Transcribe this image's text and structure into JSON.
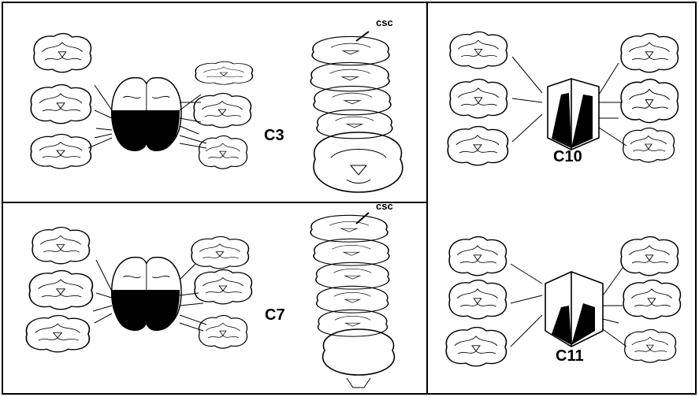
{
  "figure": {
    "panels": [
      {
        "id": "C3",
        "label": "C3",
        "annotation": "csc"
      },
      {
        "id": "C7",
        "label": "C7",
        "annotation": "csc"
      },
      {
        "id": "C10",
        "label": "C10"
      },
      {
        "id": "C11",
        "label": "C11"
      }
    ],
    "colors": {
      "ink": "#000000",
      "paper": "#ffffff"
    }
  }
}
